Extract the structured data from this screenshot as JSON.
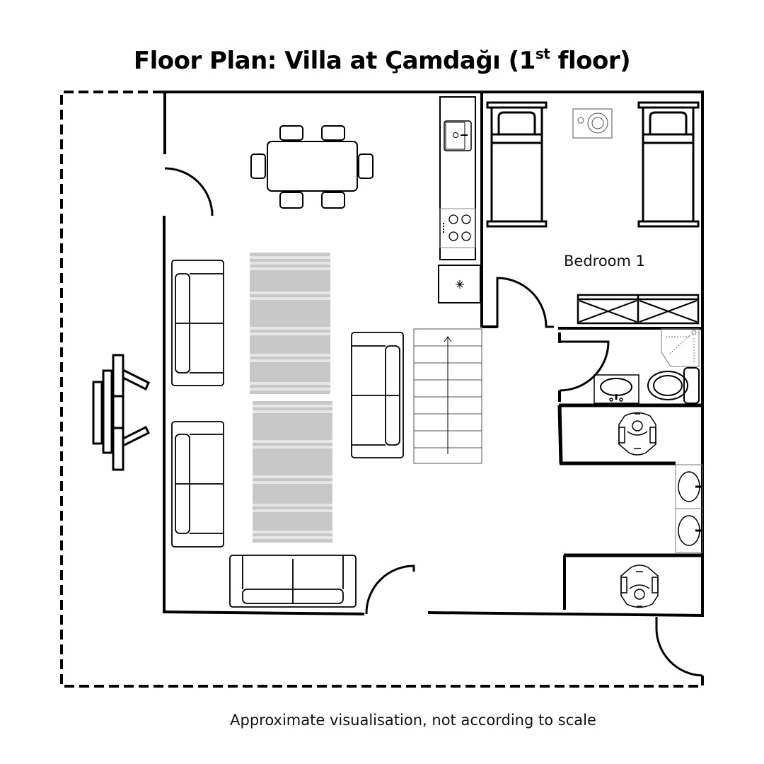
{
  "title": {
    "main": "Floor Plan: Villa at Çamdağı (1",
    "sup": "st",
    "end": " floor)"
  },
  "rooms": {
    "bedroom_1": "Bedroom 1"
  },
  "caption": "Approximate visualisation, not according to scale",
  "colors": {
    "wall": "#000000",
    "rug": "#c8c8c8",
    "rug_stripe": "#e6e6e6"
  }
}
